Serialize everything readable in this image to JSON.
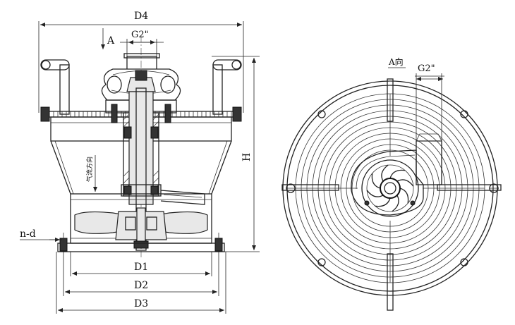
{
  "labels": {
    "d4": "D4",
    "a_arrow": "A",
    "g2_left": "G2\"",
    "h": "H",
    "n_d": "n-d",
    "d1": "D1",
    "d2": "D2",
    "d3": "D3",
    "airflow": "气流方向",
    "a_view": "A向",
    "g2_right": "G2\""
  }
}
